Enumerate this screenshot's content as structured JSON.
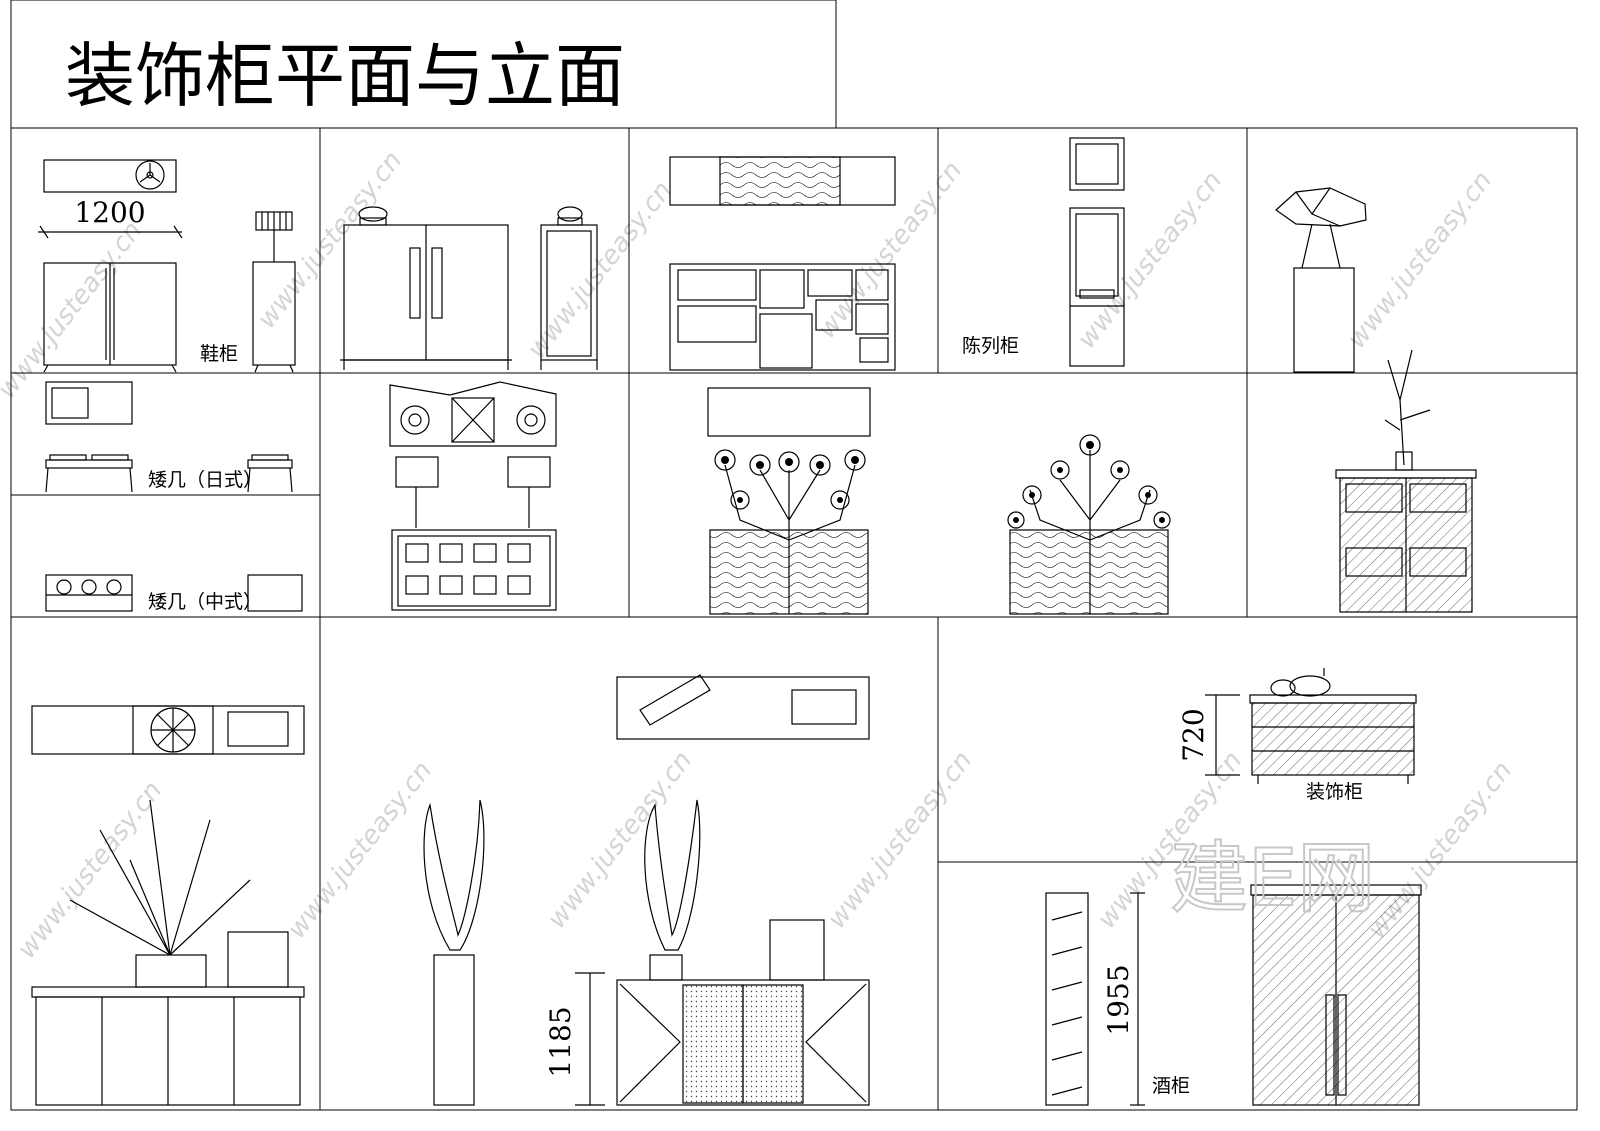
{
  "title": "装饰柜平面与立面",
  "watermark": {
    "site": "www.justeasy.cn",
    "brand": "建E网"
  },
  "dimensions": {
    "shoe_width": "1200",
    "deco_height": "720",
    "console_height": "1185",
    "wine_height": "1955"
  },
  "labels": {
    "shoe_cabinet": "鞋柜",
    "display_cabinet": "陈列柜",
    "low_table_japanese": "矮几（日式）",
    "low_table_chinese": "矮几（中式）",
    "deco_cabinet": "装饰柜",
    "wine_cabinet": "酒柜"
  }
}
